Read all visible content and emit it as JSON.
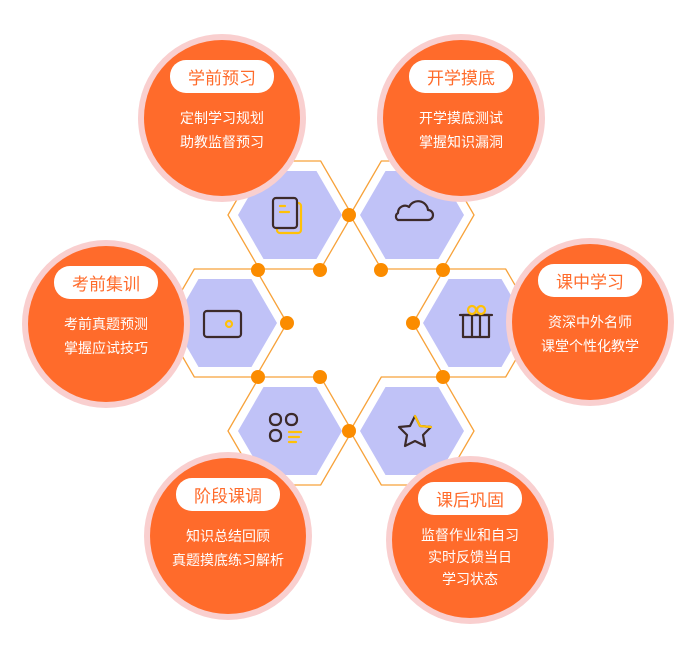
{
  "colors": {
    "orange": "#ff6b2b",
    "ring": "#f9cfcf",
    "hex": "#c0c2f7",
    "line": "#f7a23a",
    "dot": "#fb8c00",
    "icon": "#3c2a2a",
    "accent": "#ffc107"
  },
  "stages": [
    {
      "title": "学前预习",
      "lines": [
        "定制学习规划",
        "助教监督预习"
      ],
      "icon": "document-icon"
    },
    {
      "title": "开学摸底",
      "lines": [
        "开学摸底测试",
        "掌握知识漏洞"
      ],
      "icon": "cloud-icon"
    },
    {
      "title": "考前集训",
      "lines": [
        "考前真题预测",
        "掌握应试技巧"
      ],
      "icon": "wallet-icon"
    },
    {
      "title": "课中学习",
      "lines": [
        "资深中外名师",
        "课堂个性化教学"
      ],
      "icon": "gift-icon"
    },
    {
      "title": "阶段课调",
      "lines": [
        "知识总结回顾",
        "真题摸底练习解析"
      ],
      "icon": "apps-icon"
    },
    {
      "title": "课后巩固",
      "lines": [
        "监督作业和自习",
        "实时反馈当日",
        "学习状态"
      ],
      "icon": "star-icon"
    }
  ]
}
